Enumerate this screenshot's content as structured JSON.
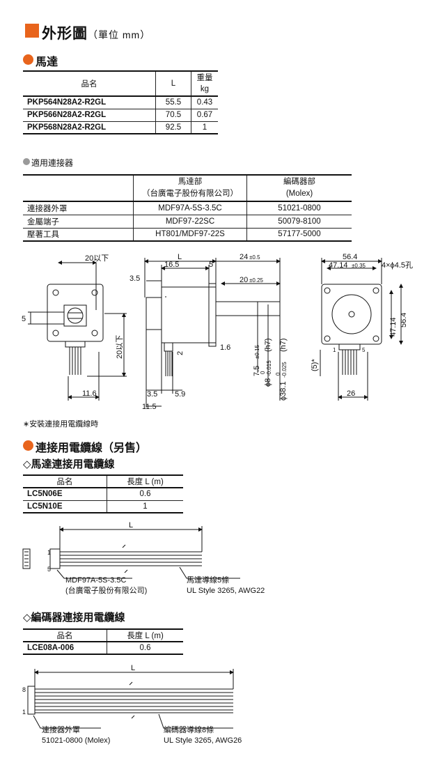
{
  "title": {
    "main": "外形圖",
    "unit": "（單位 mm）"
  },
  "motor_section": {
    "heading": "馬達",
    "table": {
      "headers": [
        "品名",
        "L",
        "重量",
        "kg"
      ],
      "rows": [
        [
          "PKP564N28A2-R2GL",
          "55.5",
          "0.43"
        ],
        [
          "PKP566N28A2-R2GL",
          "70.5",
          "0.67"
        ],
        [
          "PKP568N28A2-R2GL",
          "92.5",
          "1"
        ]
      ]
    }
  },
  "connector_section": {
    "heading": "適用連接器",
    "table": {
      "headers": [
        "",
        "馬達部",
        "（台廣電子股份有限公司）",
        "編碼器部",
        "(Molex)"
      ],
      "rows": [
        [
          "連接器外罩",
          "MDF97A-5S-3.5C",
          "51021-0800"
        ],
        [
          "金屬端子",
          "MDF97-22SC",
          "50079-8100"
        ],
        [
          "壓著工具",
          "HT801/MDF97-22S",
          "57177-5000"
        ]
      ]
    }
  },
  "drawing": {
    "front": {
      "d20": "20以下",
      "d5": "5",
      "d20v": "20以下",
      "d11_6": "11.6"
    },
    "side": {
      "L": "L",
      "d16_5": "16.5",
      "d5": "5",
      "d3_5": "3.5",
      "d24": "24",
      "d24_tol": "±0.5",
      "d20": "20",
      "d20_tol": "±0.25",
      "d2": "2",
      "d1_6": "1.6",
      "d7_5": "7.5",
      "d7_5_tol": "±0.15",
      "d8": "ϕ8",
      "d8_tol_hi": "0",
      "d8_tol_lo": "-0.015",
      "d8_fit": "(h7)",
      "d38": "ϕ38.1",
      "d38_tol_hi": "0",
      "d38_tol_lo": "-0.025",
      "d38_fit": "(h7)",
      "d3_5b": "3.5",
      "d5_9": "5.9",
      "d11_5": "11.5"
    },
    "rear": {
      "d56_4": "56.4",
      "d47_14": "47.14",
      "d47_14_tol": "±0.35",
      "holes": "4×ϕ4.5孔",
      "d47_14v": "47.14",
      "d56_4v": "56.4",
      "d5": "(5)*",
      "d26": "26",
      "pin1": "1",
      "pin5": "5"
    }
  },
  "footnote": "∗安裝連接用電纜線時",
  "cable_section": {
    "heading": "連接用電纜線（另售）",
    "motor_cable": {
      "heading": "◇馬達連接用電纜線",
      "headers": [
        "品名",
        "長度 L (m)"
      ],
      "rows": [
        [
          "LC5N06E",
          "0.6"
        ],
        [
          "LC5N10E",
          "1"
        ]
      ],
      "L": "L",
      "pin1": "1",
      "pin5": "5",
      "conn1": "MDF97A-5S-3.5C",
      "conn2": "(台廣電子股份有限公司)",
      "wire1": "馬達導線5條",
      "wire2": "UL Style 3265, AWG22"
    },
    "encoder_cable": {
      "heading": "◇編碼器連接用電纜線",
      "headers": [
        "品名",
        "長度 L (m)"
      ],
      "rows": [
        [
          "LCE08A-006",
          "0.6"
        ]
      ],
      "L": "L",
      "pin8": "8",
      "pin1": "1",
      "conn1": "連接器外罩",
      "conn2": "51021-0800 (Molex)",
      "wire1": "編碼器導線8條",
      "wire2": "UL Style 3265, AWG26"
    }
  },
  "colors": {
    "accent": "#e8641c",
    "bullet_gray": "#9a9a9a"
  }
}
